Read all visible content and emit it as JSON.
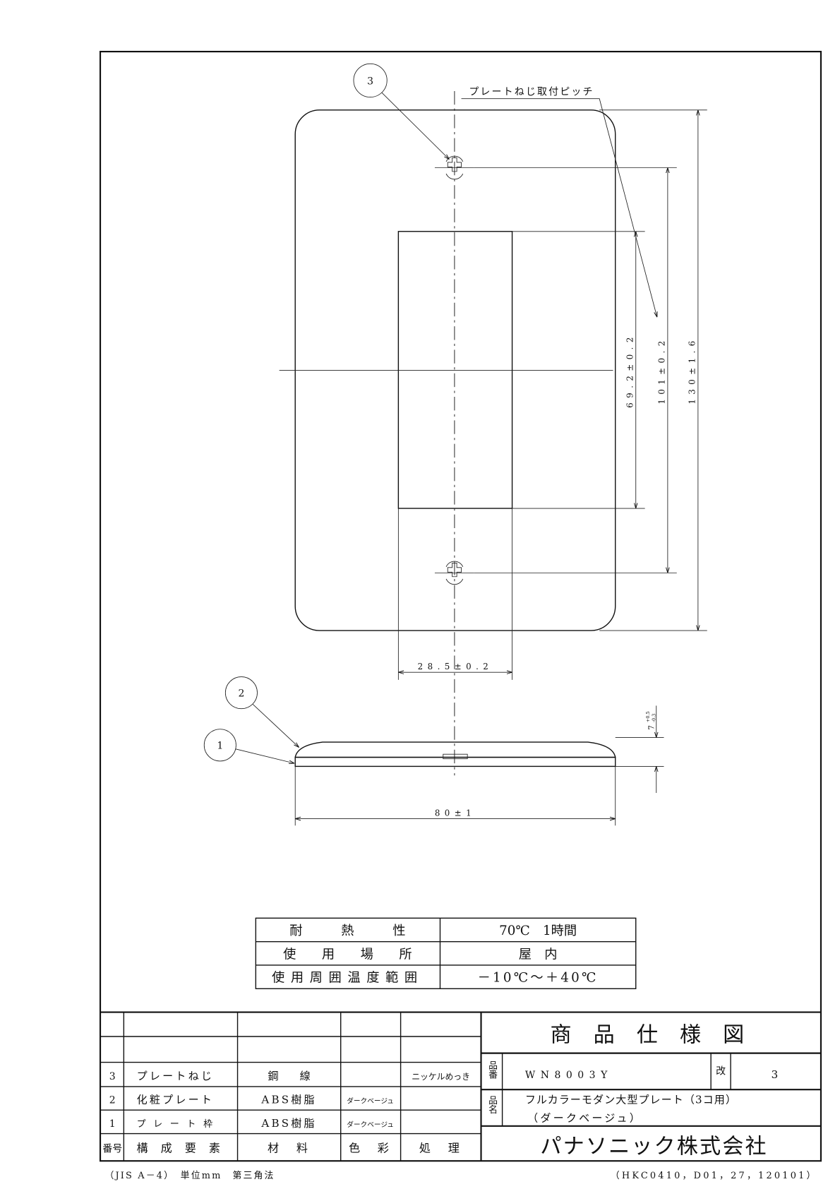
{
  "drawing": {
    "balloons": [
      "1",
      "2",
      "3"
    ],
    "pitch_note": "プレートねじ取付ピッチ",
    "dimensions": {
      "width_opening": "28.5±0.2",
      "height_opening": "69.2±0.2",
      "screw_pitch": "101±0.2",
      "plate_height": "130±1.6",
      "plate_width": "80±1",
      "thickness": "7",
      "thickness_tol_upper": "+0.5",
      "thickness_tol_lower": "-0.3"
    }
  },
  "spec_table": [
    {
      "label": "耐　　　熱　　　性",
      "value": "70℃　1時間"
    },
    {
      "label": "使　　用　　場　　所",
      "value": "屋　内"
    },
    {
      "label": "使用周囲温度範囲",
      "value": "－10℃～＋40℃"
    }
  ],
  "parts_table": {
    "rows": [
      {
        "no": "3",
        "component": "プレートねじ",
        "material": "鋼　　線",
        "color": "",
        "treatment": "ニッケルめっき"
      },
      {
        "no": "2",
        "component": "化粧プレート",
        "material": "ABS樹脂",
        "color": "ダークベージュ",
        "treatment": ""
      },
      {
        "no": "1",
        "component": "プレート枠",
        "material": "ABS樹脂",
        "color": "ダークベージュ",
        "treatment": ""
      }
    ],
    "headers": {
      "no": "番号",
      "component": "構 成 要 素",
      "material": "材　料",
      "color": "色　彩",
      "treatment": "処　理"
    }
  },
  "title_block": {
    "title": "商 品 仕 様 図",
    "part_no_label": "品番",
    "part_no": "WN8003Y",
    "rev_label": "改",
    "rev": "3",
    "name_label": "品名",
    "name_line1": "フルカラーモダン大型プレート（3コ用）",
    "name_line2": "（ダークベージュ）",
    "company": "パナソニック株式会社"
  },
  "footer": {
    "left": "（JIS A－4）　単位mm　第三角法",
    "right": "（HKC0410，D01，27，120101）"
  }
}
